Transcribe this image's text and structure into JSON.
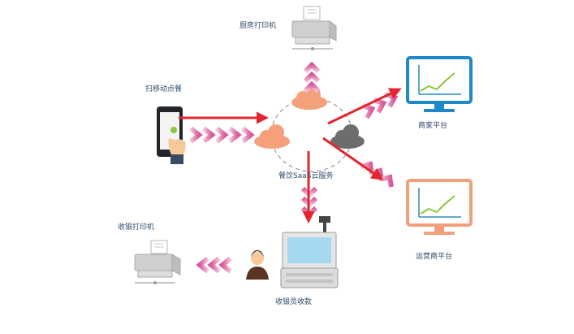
{
  "nodes": {
    "kitchen_printer": {
      "label": "厨房打印机",
      "icon": "printer-icon"
    },
    "mobile_order": {
      "label": "扫移动点餐",
      "icon": "smartphone-icon"
    },
    "merchant_platform": {
      "label": "商家平台",
      "icon": "monitor-chart-icon"
    },
    "cloud_service": {
      "label": "餐饮SaaS云服务",
      "icon": "cloud-icon"
    },
    "operator_platform": {
      "label": "运营商平台",
      "icon": "monitor-chart-icon"
    },
    "cashier_printer": {
      "label": "收银打印机",
      "icon": "printer-icon"
    },
    "cashier_checkout": {
      "label": "收银员收款",
      "icon": "pos-terminal-icon"
    }
  },
  "colors": {
    "arrow_red": "#e2262e",
    "chevron_pink": "#d9579a",
    "monitor_blue": "#1e88c9",
    "monitor_salmon": "#f2a07c",
    "cloud_orange": "#f4a07a",
    "cloud_gray": "#6d6d6d",
    "label_text": "#2f4a6b"
  }
}
